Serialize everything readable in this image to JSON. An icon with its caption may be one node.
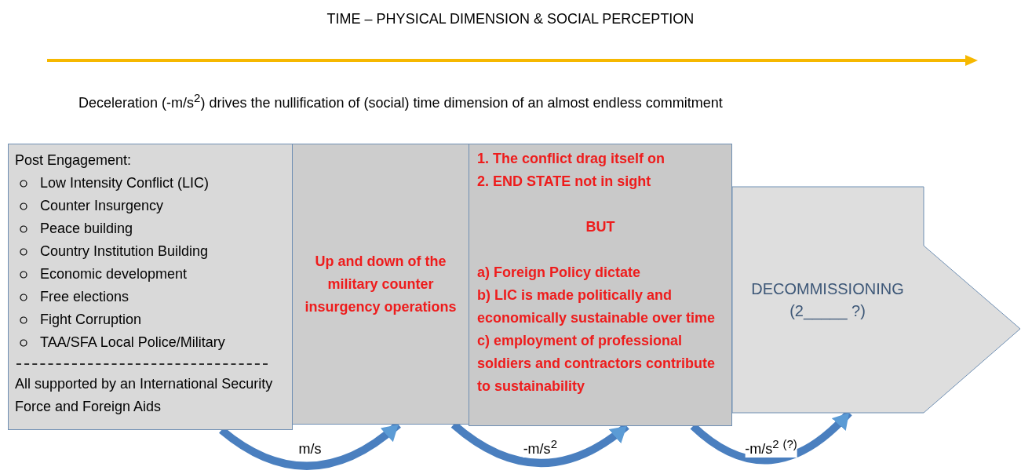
{
  "diagram": {
    "title": "TIME – PHYSICAL DIMENSION  & SOCIAL PERCEPTION",
    "nodes": [
      {
        "text": [
          "Post Engagement:",
          "Low Intensity Conflict (LIC)",
          "Counter Insurgency",
          "Peace building",
          "Country Institution Building",
          "Economic development",
          "Free elections",
          "Fight Corruption",
          "TAA/SFA Local Police/Military",
          "All supported by an International Security Force and Foreign Aids"
        ]
      },
      {
        "text": [
          "Up and down of the military counter insurgency operations"
        ]
      },
      {
        "text": [
          "1. The conflict drag itself on",
          "2. END STATE not in sight",
          "BUT",
          "a) Foreign Policy dictate",
          "b) LIC is made politically and economically sustainable over time",
          "c) employment of professional soldiers and contractors contribute to sustainability"
        ]
      },
      {
        "text": [
          "DECOMMISSIONING",
          "(2_____ ?)"
        ]
      }
    ],
    "edges": [
      {
        "from": 0,
        "to": 1,
        "arrow": "to",
        "label": "m/s"
      },
      {
        "from": 1,
        "to": 2,
        "arrow": "to",
        "label": "-m/s$^{2}$"
      },
      {
        "from": 2,
        "to": 3,
        "arrow": "to",
        "label": "-m/s$^{2}$ $^{(?)}$"
      }
    ],
    "labels": [
      "Deceleration (-m/s$^{2}$) drives the nullification of (social) time dimension of an almost endless commitment"
    ]
  }
}
